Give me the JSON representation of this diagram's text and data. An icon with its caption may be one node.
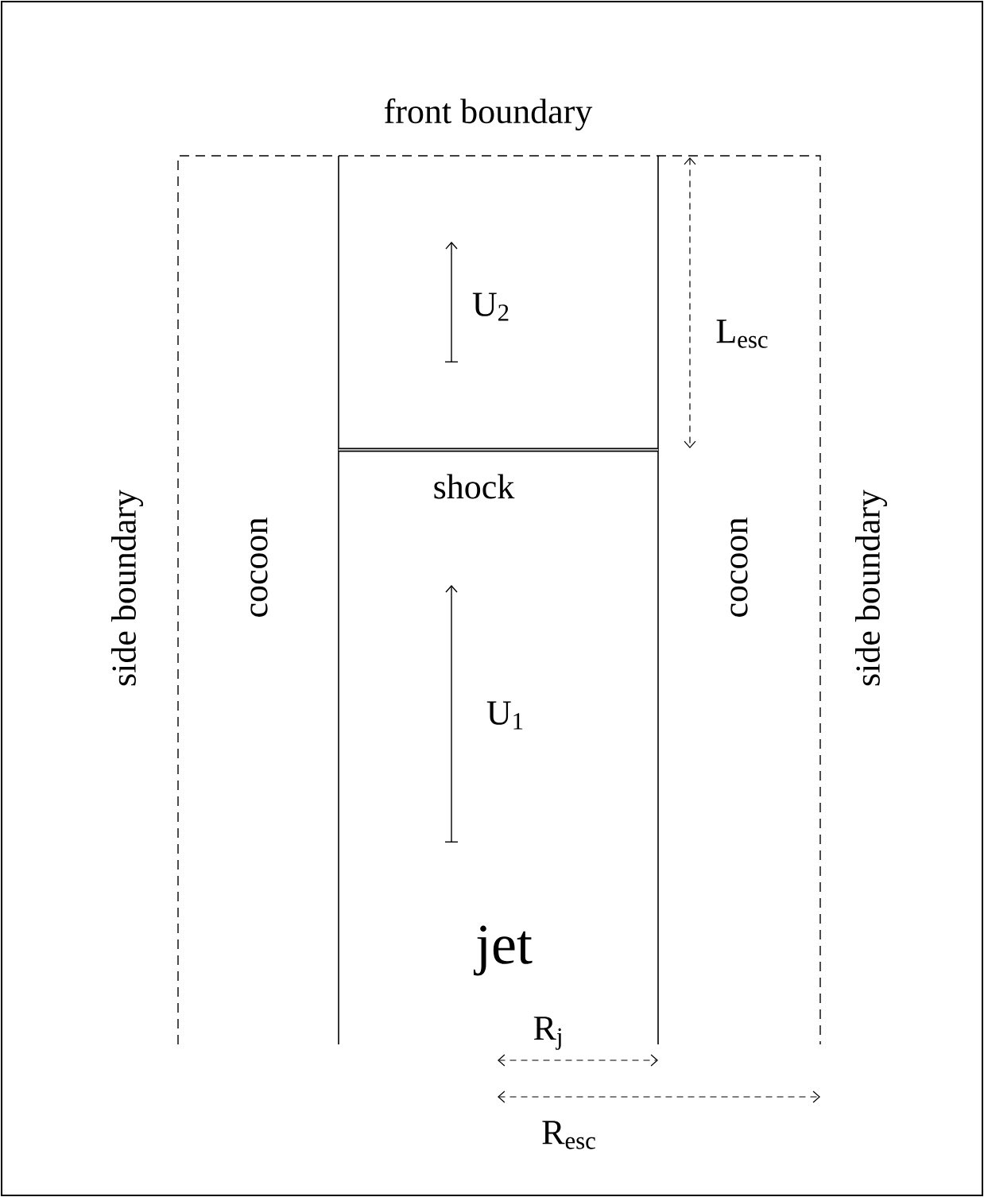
{
  "diagram": {
    "labels": [
      "front boundary",
      "U$_{2}$",
      "L$_{esc}$",
      "shock",
      "side boundary",
      "cocoon",
      "U$_{1}$",
      "cocoon",
      "side boundary",
      "jet",
      "R$_{j}$",
      "R$_{esc}$"
    ]
  }
}
